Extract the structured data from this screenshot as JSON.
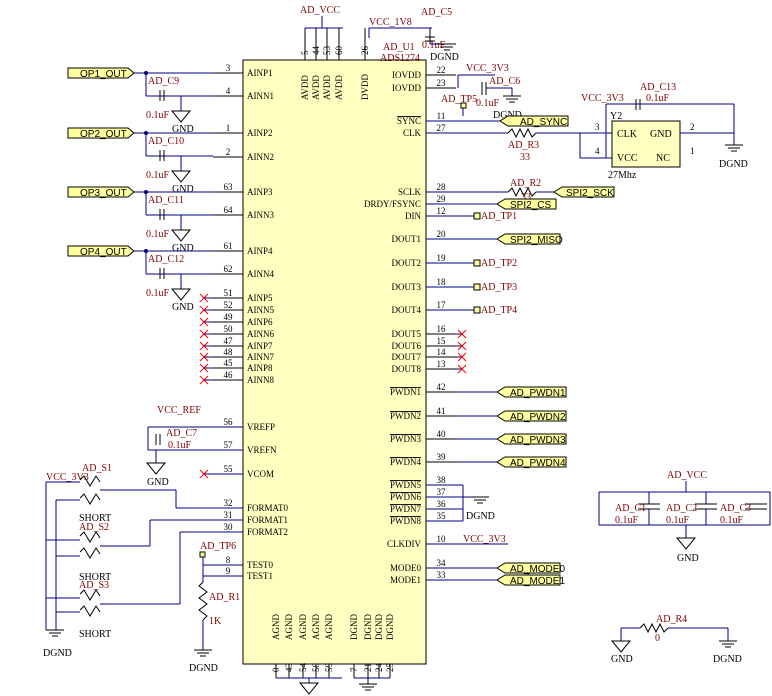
{
  "chip": {
    "ref": "AD_U1",
    "part": "ADS1274",
    "left_pins": [
      {
        "num": "3",
        "name": "AINP1"
      },
      {
        "num": "4",
        "name": "AINN1"
      },
      {
        "num": "1",
        "name": "AINP2"
      },
      {
        "num": "2",
        "name": "AINN2"
      },
      {
        "num": "63",
        "name": "AINP3"
      },
      {
        "num": "64",
        "name": "AINN3"
      },
      {
        "num": "61",
        "name": "AINP4"
      },
      {
        "num": "62",
        "name": "AINN4"
      },
      {
        "num": "51",
        "name": "AINP5"
      },
      {
        "num": "52",
        "name": "AINN5"
      },
      {
        "num": "49",
        "name": "AINP6"
      },
      {
        "num": "50",
        "name": "AINN6"
      },
      {
        "num": "47",
        "name": "AINP7"
      },
      {
        "num": "48",
        "name": "AINN7"
      },
      {
        "num": "45",
        "name": "AINP8"
      },
      {
        "num": "46",
        "name": "AINN8"
      },
      {
        "num": "56",
        "name": "VREFP"
      },
      {
        "num": "57",
        "name": "VREFN"
      },
      {
        "num": "55",
        "name": "VCOM"
      },
      {
        "num": "32",
        "name": "FORMAT0"
      },
      {
        "num": "31",
        "name": "FORMAT1"
      },
      {
        "num": "30",
        "name": "FORMAT2"
      },
      {
        "num": "8",
        "name": "TEST0"
      },
      {
        "num": "9",
        "name": "TEST1"
      }
    ],
    "right_pins": [
      {
        "num": "22",
        "name": "IOVDD"
      },
      {
        "num": "23",
        "name": "IOVDD"
      },
      {
        "num": "11",
        "name": "SYNC"
      },
      {
        "num": "27",
        "name": "CLK"
      },
      {
        "num": "28",
        "name": "SCLK"
      },
      {
        "num": "29",
        "name": "DRDY/FSYNC"
      },
      {
        "num": "12",
        "name": "DIN"
      },
      {
        "num": "20",
        "name": "DOUT1"
      },
      {
        "num": "19",
        "name": "DOUT2"
      },
      {
        "num": "18",
        "name": "DOUT3"
      },
      {
        "num": "17",
        "name": "DOUT4"
      },
      {
        "num": "16",
        "name": "DOUT5"
      },
      {
        "num": "15",
        "name": "DOUT6"
      },
      {
        "num": "14",
        "name": "DOUT7"
      },
      {
        "num": "13",
        "name": "DOUT8"
      },
      {
        "num": "42",
        "name": "PWDN1"
      },
      {
        "num": "41",
        "name": "PWDN2"
      },
      {
        "num": "40",
        "name": "PWDN3"
      },
      {
        "num": "39",
        "name": "PWDN4"
      },
      {
        "num": "38",
        "name": "PWDN5"
      },
      {
        "num": "37",
        "name": "PWDN6"
      },
      {
        "num": "36",
        "name": "PWDN7"
      },
      {
        "num": "35",
        "name": "PWDN8"
      },
      {
        "num": "10",
        "name": "CLKDIV"
      },
      {
        "num": "34",
        "name": "MODE0"
      },
      {
        "num": "33",
        "name": "MODE1"
      }
    ],
    "top_pins": [
      {
        "num": "5",
        "name": "AVDD"
      },
      {
        "num": "44",
        "name": "AVDD"
      },
      {
        "num": "53",
        "name": "AVDD"
      },
      {
        "num": "60",
        "name": "AVDD"
      },
      {
        "num": "26",
        "name": "DVDD"
      }
    ],
    "bottom_pins": [
      {
        "num": "0",
        "name": "AGND"
      },
      {
        "num": "43",
        "name": "AGND"
      },
      {
        "num": "54",
        "name": "AGND"
      },
      {
        "num": "58",
        "name": "AGND"
      },
      {
        "num": "59",
        "name": "AGND"
      },
      {
        "num": "7",
        "name": "DGND"
      },
      {
        "num": "21",
        "name": "DGND"
      },
      {
        "num": "24",
        "name": "DGND"
      },
      {
        "num": "25",
        "name": "DGND"
      }
    ]
  },
  "inputs": [
    {
      "port": "OP1_OUT",
      "cap": "AD_C9",
      "value": "0.1uF",
      "gnd": "GND"
    },
    {
      "port": "OP2_OUT",
      "cap": "AD_C10",
      "value": "0.1uF",
      "gnd": "GND"
    },
    {
      "port": "OP3_OUT",
      "cap": "AD_C11",
      "value": "0.1uF",
      "gnd": "GND"
    },
    {
      "port": "OP4_OUT",
      "cap": "AD_C12",
      "value": "0.1uF",
      "gnd": "GND"
    }
  ],
  "power": {
    "avdd_net": "AD_VCC",
    "dvdd_net": "VCC_1V8",
    "c5": "AD_C5",
    "c5_value": "0.1uF",
    "c5_gnd": "DGND",
    "iovdd_net": "VCC_3V3",
    "c6": "AD_C6",
    "c6_value": "0.1uF",
    "c6_gnd": "DGND",
    "tp5": "AD_TP5"
  },
  "vref": {
    "net": "VCC_REF",
    "cap": "AD_C7",
    "value": "0.1uF",
    "gnd": "GND"
  },
  "ports": {
    "sync": "AD_SYNC",
    "sck": "SPI2_SCK",
    "cs": "SPI2_CS",
    "miso": "SPI2_MISO",
    "pwdn": [
      "AD_PWDN1",
      "AD_PWDN2",
      "AD_PWDN3",
      "AD_PWDN4"
    ],
    "mode": [
      "AD_MODE0",
      "AD_MODE1"
    ]
  },
  "resistors": {
    "r3": "AD_R3",
    "r3_value": "33",
    "r2": "AD_R2",
    "r2_value": "33",
    "r1": "AD_R1",
    "r1_value": "1K",
    "r1_gnd": "DGND",
    "r4": "AD_R4",
    "r4_value": "0",
    "r4_left_gnd": "GND",
    "r4_right_gnd": "DGND"
  },
  "testpoints": {
    "tp1": "AD_TP1",
    "tp2": "AD_TP2",
    "tp3": "AD_TP3",
    "tp4": "AD_TP4",
    "tp6": "AD_TP6"
  },
  "pwdn_gnd": "DGND",
  "clkdiv_net": "VCC_3V3",
  "crystal": {
    "ref": "Y2",
    "net": "VCC_3V3",
    "cap": "AD_C13",
    "cap_value": "0.1uF",
    "freq": "27Mhz",
    "pins": [
      {
        "num": "3",
        "name": "CLK"
      },
      {
        "num": "2",
        "name": "GND"
      },
      {
        "num": "4",
        "name": "VCC"
      },
      {
        "num": "1",
        "name": "NC"
      }
    ],
    "gnd": "DGND"
  },
  "format_switches": {
    "net": "VCC_3V3",
    "switches": [
      {
        "ref": "AD_S1",
        "label": "SHORT"
      },
      {
        "ref": "AD_S2",
        "label": "SHORT"
      },
      {
        "ref": "AD_S3",
        "label": "SHORT"
      }
    ],
    "gnd": "DGND"
  },
  "decoupling": {
    "net": "AD_VCC",
    "caps": [
      {
        "ref": "AD_C1",
        "value": "0.1uF"
      },
      {
        "ref": "AD_C2",
        "value": "0.1uF"
      },
      {
        "ref": "AD_C3",
        "value": "0.1uF"
      }
    ],
    "gnd": "GND"
  },
  "colors": {
    "chip_fill": "#ffffc0",
    "port_fill": "#ffffa0",
    "wire": "#000080",
    "net_label": "#800000",
    "noconnect": "#ff0000"
  }
}
